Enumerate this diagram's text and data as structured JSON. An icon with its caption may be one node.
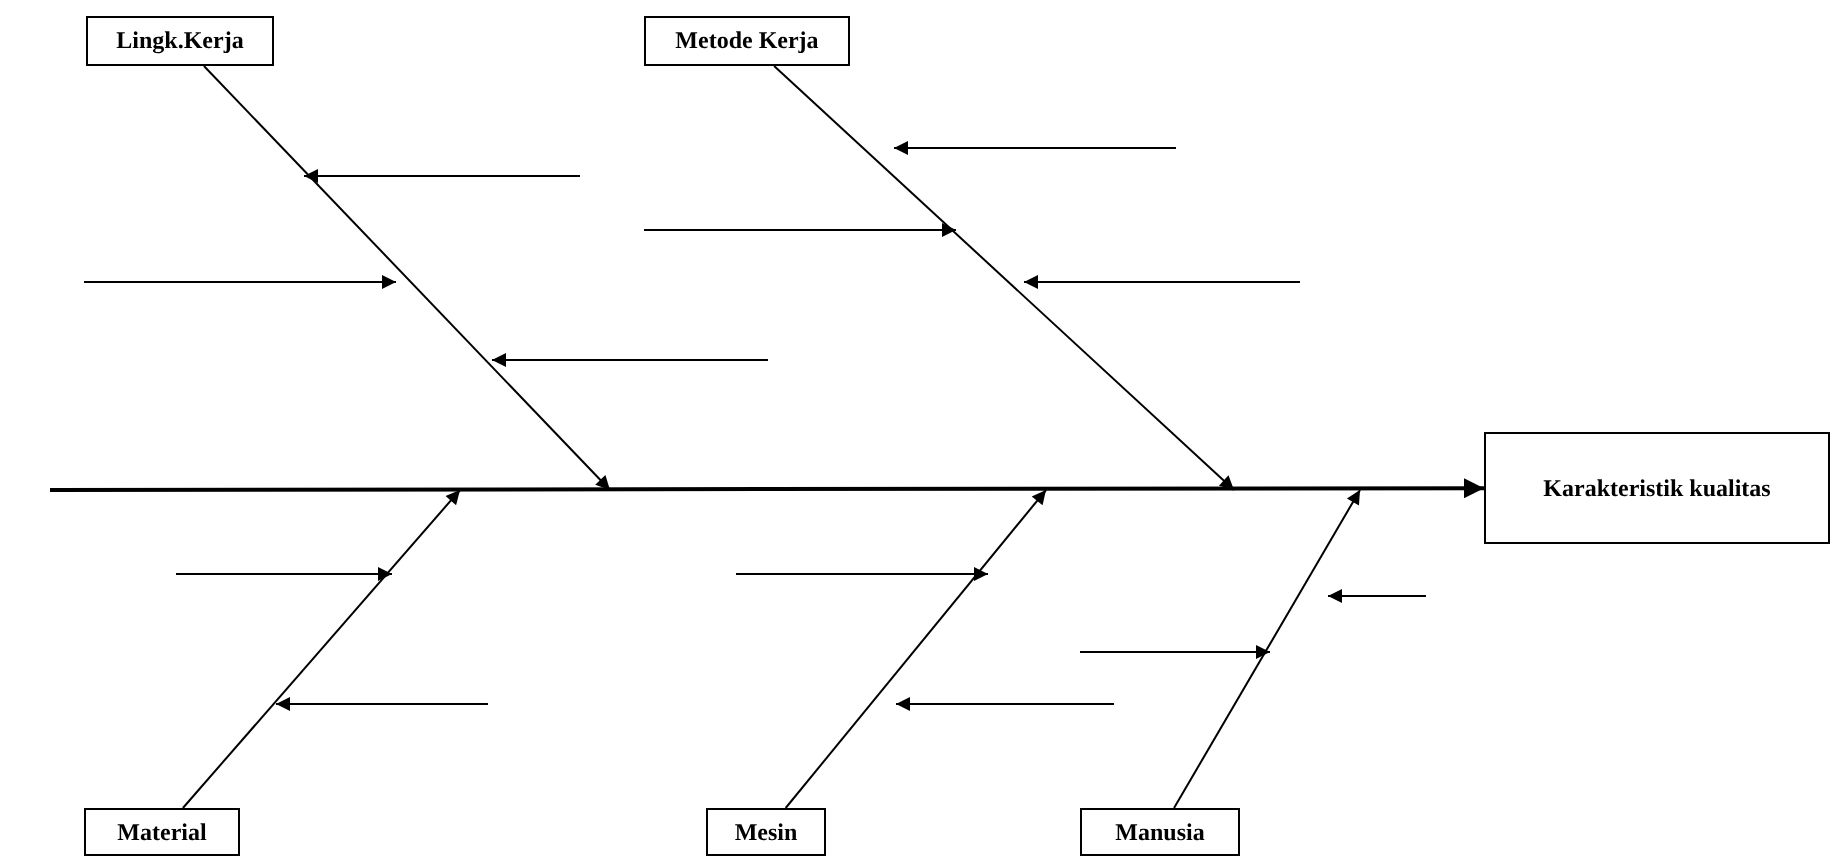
{
  "diagram": {
    "nodes": [
      {
        "text": [
          "Lingk.Kerja"
        ]
      },
      {
        "text": [
          "Metode Kerja"
        ]
      },
      {
        "text": [
          "Material"
        ]
      },
      {
        "text": [
          "Mesin"
        ]
      },
      {
        "text": [
          "Manusia"
        ]
      },
      {
        "text": [
          "Karakteristik kualitas"
        ]
      }
    ],
    "edges": [
      {
        "from": null,
        "to": 5,
        "arrow": "to"
      },
      {
        "from": 0,
        "to": null,
        "arrow": "to"
      },
      {
        "from": 1,
        "to": null,
        "arrow": "to"
      },
      {
        "from": 2,
        "to": null,
        "arrow": "to"
      },
      {
        "from": 3,
        "to": null,
        "arrow": "to"
      },
      {
        "from": 4,
        "to": null,
        "arrow": "to"
      }
    ]
  }
}
